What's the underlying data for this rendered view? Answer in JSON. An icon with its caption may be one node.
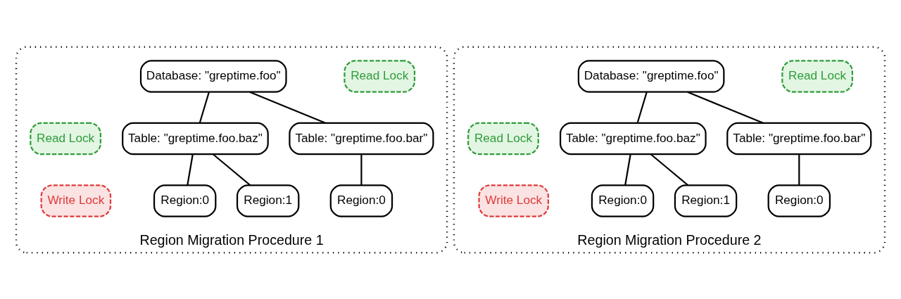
{
  "diagram": {
    "nodes": [
      {
        "text": [
          "Region Migration Procedure 1"
        ]
      },
      {
        "text": [
          "Read Lock"
        ],
        "in": 0
      },
      {
        "text": [
          "Database: \"greptime.foo\""
        ],
        "in": 0
      },
      {
        "text": [
          "Read Lock"
        ],
        "in": 0
      },
      {
        "text": [
          "Table: \"greptime.foo.baz\""
        ],
        "in": 0
      },
      {
        "text": [
          "Table: \"greptime.foo.bar\""
        ],
        "in": 0
      },
      {
        "text": [
          "Write Lock"
        ],
        "in": 0
      },
      {
        "text": [
          "Region:0"
        ],
        "in": 0
      },
      {
        "text": [
          "Region:1"
        ],
        "in": 0
      },
      {
        "text": [
          "Region:0"
        ],
        "in": 0
      },
      {
        "text": [
          "Region Migration Procedure 2"
        ]
      },
      {
        "text": [
          "Read Lock"
        ],
        "in": 10
      },
      {
        "text": [
          "Database: \"greptime.foo\""
        ],
        "in": 10
      },
      {
        "text": [
          "Read Lock"
        ],
        "in": 10
      },
      {
        "text": [
          "Table: \"greptime.foo.baz\""
        ],
        "in": 10
      },
      {
        "text": [
          "Table: \"greptime.foo.bar\""
        ],
        "in": 10
      },
      {
        "text": [
          "Region:0"
        ],
        "in": 10
      },
      {
        "text": [
          "Write Lock"
        ],
        "in": 10
      },
      {
        "text": [
          "Region:1"
        ],
        "in": 10
      },
      {
        "text": [
          "Region:0"
        ],
        "in": 10
      }
    ],
    "edges": [
      {
        "from": 2,
        "to": 4,
        "arrow": "none"
      },
      {
        "from": 2,
        "to": 5,
        "arrow": "none"
      },
      {
        "from": 4,
        "to": 7,
        "arrow": "none"
      },
      {
        "from": 4,
        "to": 8,
        "arrow": "none"
      },
      {
        "from": 5,
        "to": 9,
        "arrow": "none"
      },
      {
        "from": 12,
        "to": 14,
        "arrow": "none"
      },
      {
        "from": 12,
        "to": 15,
        "arrow": "none"
      },
      {
        "from": 14,
        "to": 16,
        "arrow": "none"
      },
      {
        "from": 14,
        "to": 18,
        "arrow": "none"
      },
      {
        "from": 15,
        "to": 19,
        "arrow": "none"
      }
    ]
  }
}
